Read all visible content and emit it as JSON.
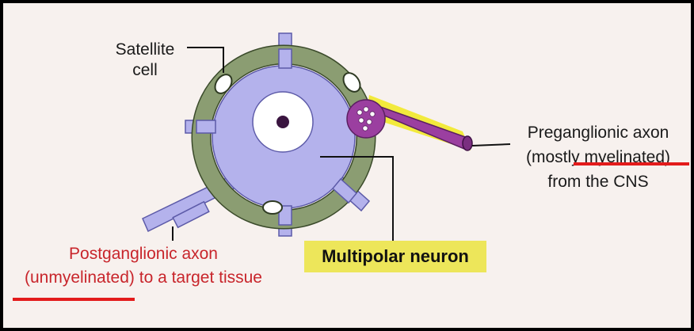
{
  "labels": {
    "satellite_line1": "Satellite",
    "satellite_line2": "cell",
    "pre_line1": "Preganglionic axon",
    "pre_line2": "(mostly myelinated)",
    "pre_line3": "from the CNS",
    "post_line1": "Postganglionic axon",
    "post_line2": "(unmyelinated) to a target tissue",
    "neuron": "Multipolar neuron"
  },
  "colors": {
    "frame": "#000000",
    "background": "#f7f1ee",
    "neuron_body": "#b4b2ec",
    "satellite_ring": "#8b9d72",
    "preganglionic_axon": "#9b3fa0",
    "axon_highlight": "#f2ea3c",
    "label_highlight": "#ede65a",
    "post_label_text": "#c8252b",
    "underline": "#e31b1b"
  }
}
